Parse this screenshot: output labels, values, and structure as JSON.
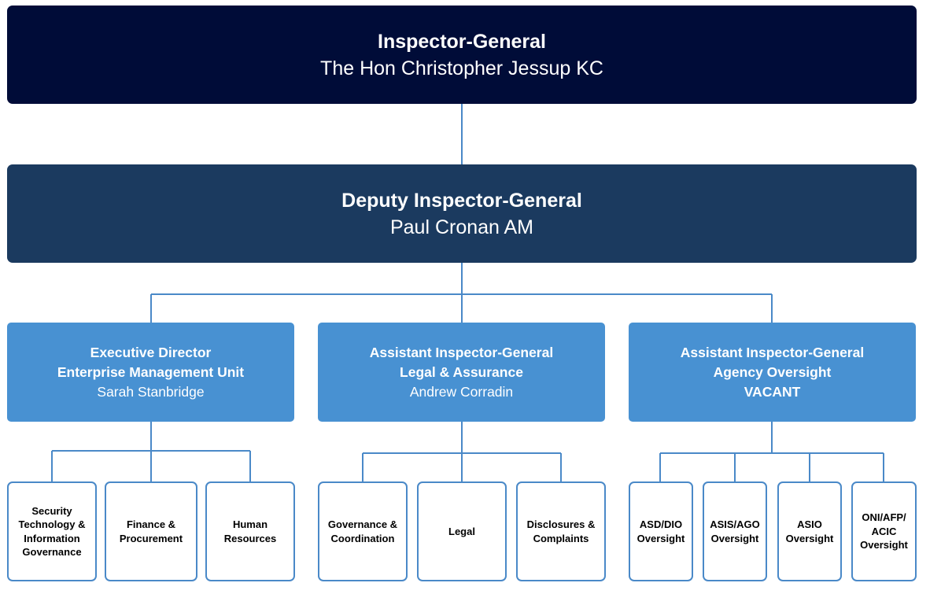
{
  "chart": {
    "root": {
      "title": "Inspector-General",
      "name": "The Hon Christopher Jessup KC",
      "color": "#000c38"
    },
    "deputy": {
      "title": "Deputy Inspector-General",
      "name": "Paul Cronan AM",
      "color": "#1b3a5f"
    },
    "divisions": [
      {
        "title_line1": "Executive Director",
        "title_line2": "Enterprise Management Unit",
        "name": "Sarah Stanbridge",
        "units": [
          {
            "lines": [
              "Security",
              "Technology &",
              "Information",
              "Governance"
            ]
          },
          {
            "lines": [
              "Finance &",
              "Procurement"
            ]
          },
          {
            "lines": [
              "Human",
              "Resources"
            ]
          }
        ]
      },
      {
        "title_line1": "Assistant Inspector-General",
        "title_line2": "Legal & Assurance",
        "name": "Andrew Corradin",
        "units": [
          {
            "lines": [
              "Governance &",
              "Coordination"
            ]
          },
          {
            "lines": [
              "Legal"
            ]
          },
          {
            "lines": [
              "Disclosures &",
              "Complaints"
            ]
          }
        ]
      },
      {
        "title_line1": "Assistant Inspector-General",
        "title_line2": "Agency Oversight",
        "name": "VACANT",
        "units": [
          {
            "lines": [
              "ASD/DIO",
              "Oversight"
            ]
          },
          {
            "lines": [
              "ASIS/AGO",
              "Oversight"
            ]
          },
          {
            "lines": [
              "ASIO",
              "Oversight"
            ]
          },
          {
            "lines": [
              "ONI/AFP/",
              "ACIC",
              "Oversight"
            ]
          }
        ]
      }
    ],
    "colors": {
      "division": "#4891d2",
      "unit_border": "#4a89c8",
      "connector": "#4a89c8"
    }
  }
}
